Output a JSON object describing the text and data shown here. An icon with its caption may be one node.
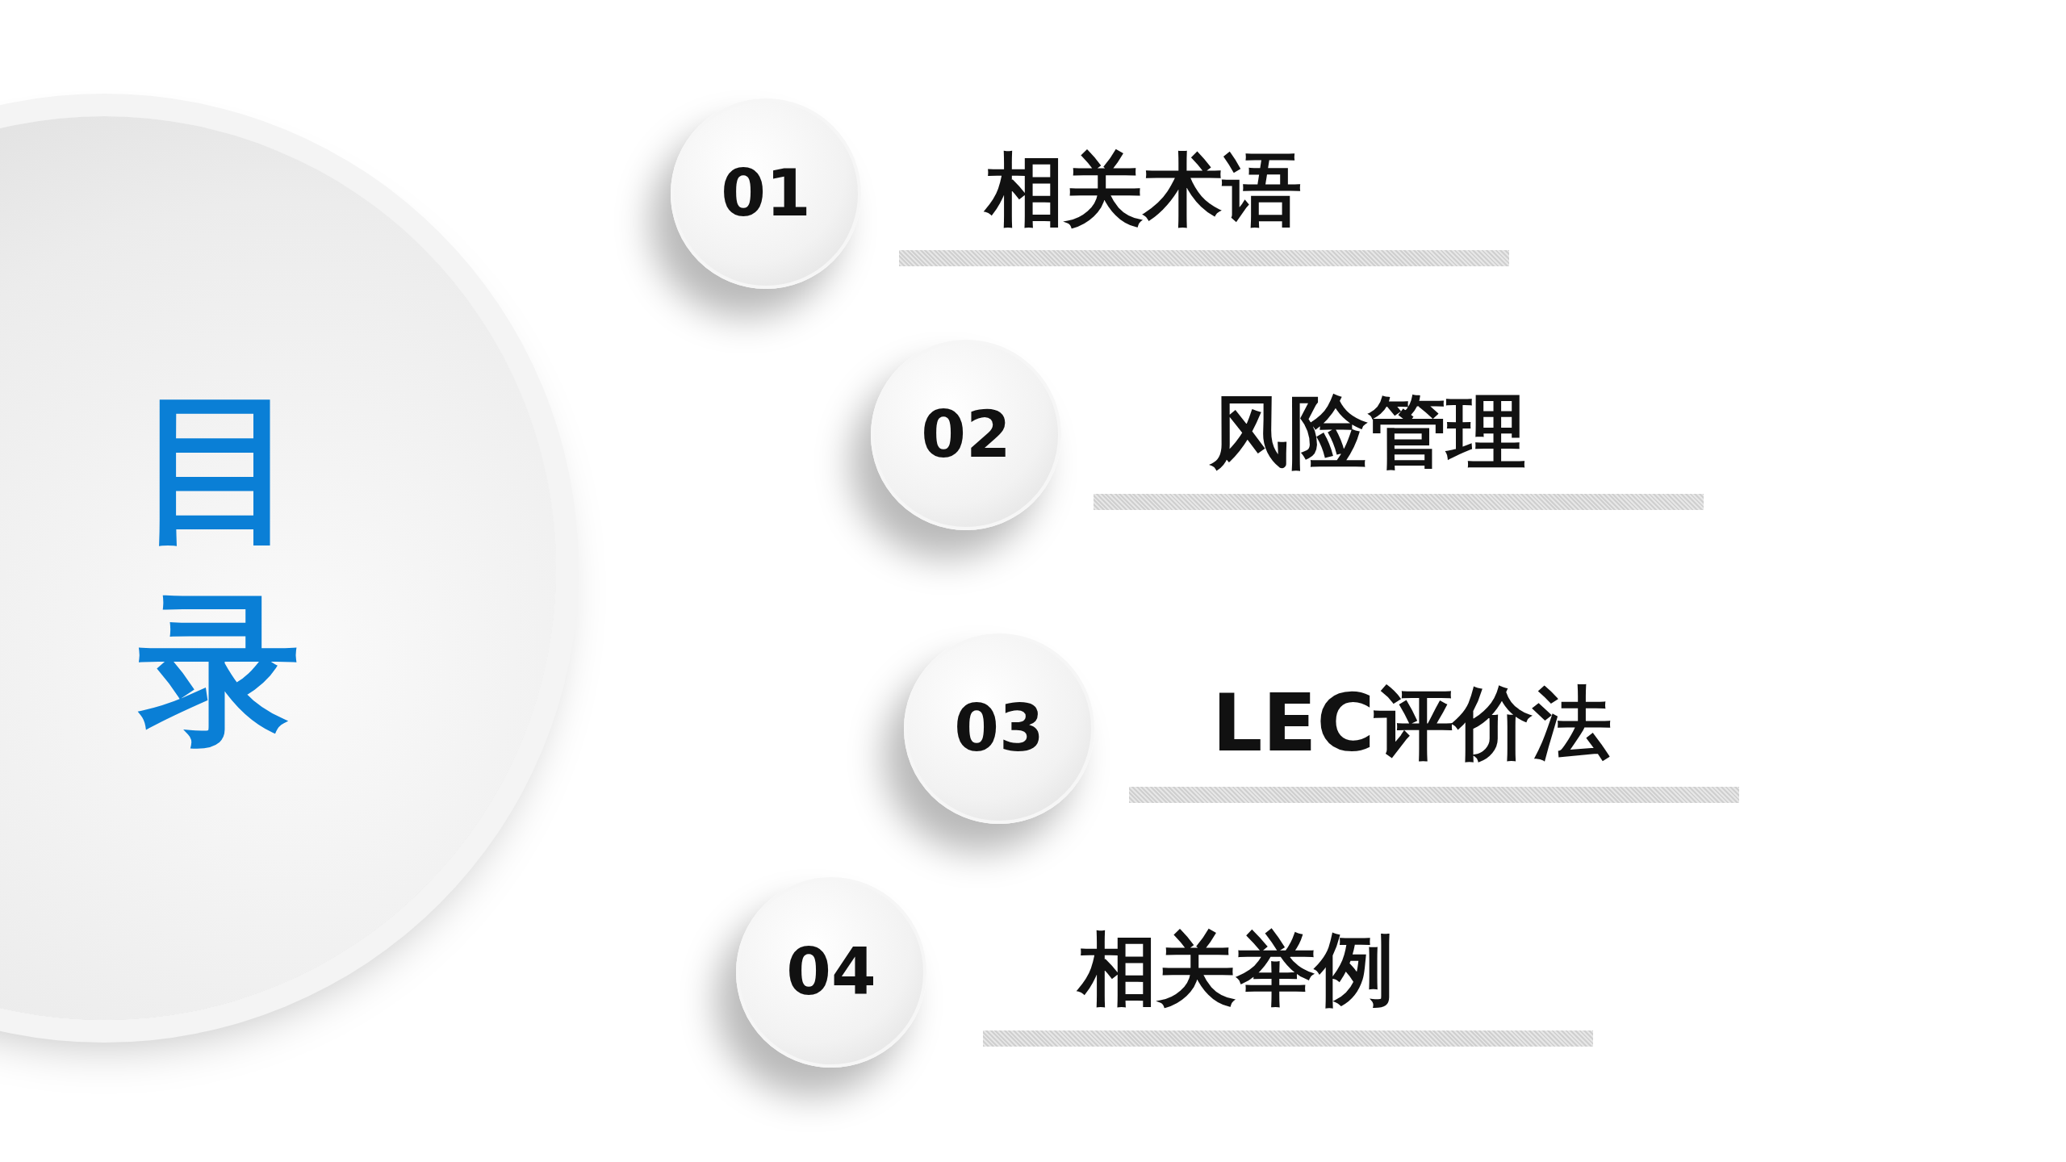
{
  "diagram": {
    "nodes": [
      {
        "text": [
          "目录"
        ]
      },
      {
        "text": [
          "01"
        ],
        "beside": [
          "相关术语"
        ]
      },
      {
        "text": [
          "02"
        ],
        "beside": [
          "风险管理"
        ]
      },
      {
        "text": [
          "03"
        ],
        "beside": [
          "LEC评价法"
        ]
      },
      {
        "text": [
          "04"
        ],
        "beside": [
          "相关举例"
        ]
      }
    ]
  }
}
